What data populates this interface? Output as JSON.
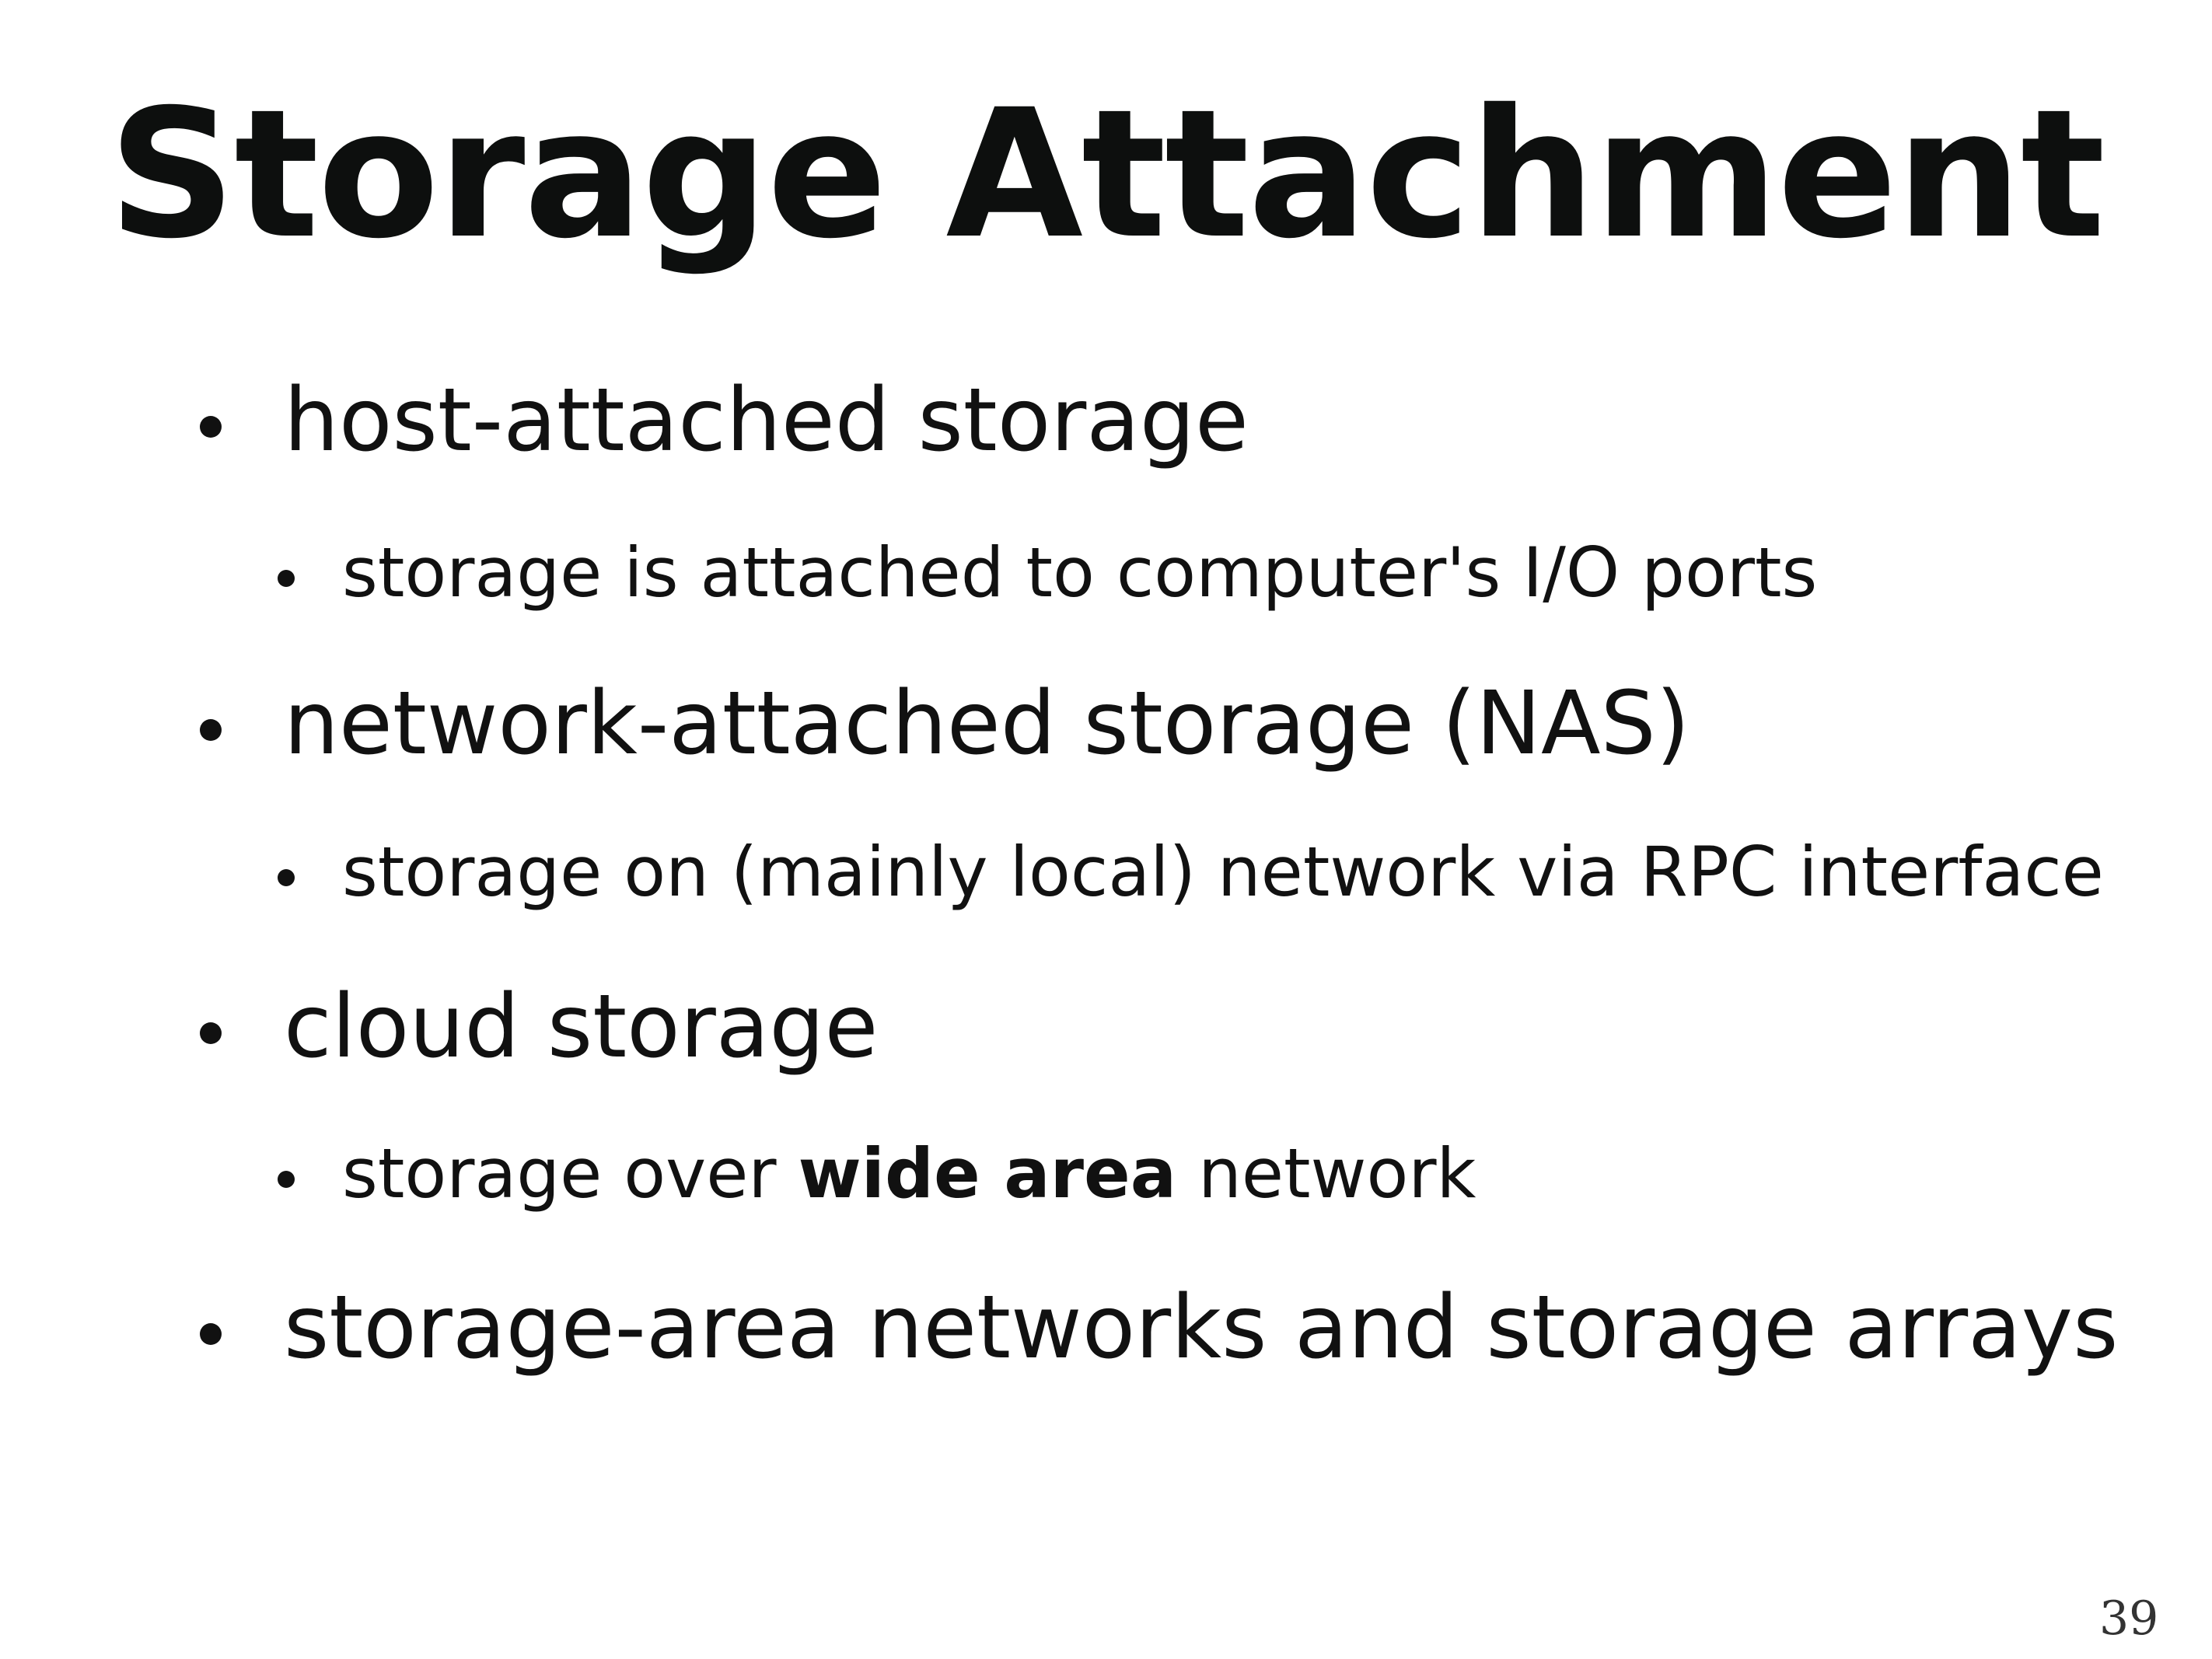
{
  "slide": {
    "title": "Storage Attachment",
    "bullets": [
      {
        "text": "host-attached storage"
      },
      {
        "text": "storage is attached to computer's I/O ports"
      },
      {
        "text": "network-attached storage (NAS)"
      },
      {
        "text": "storage on (mainly local) network via RPC interface"
      },
      {
        "text": "cloud storage"
      },
      {
        "text_before": "storage over ",
        "bold_text": "wide area",
        "text_after": " network"
      },
      {
        "text": "storage-area networks and storage arrays"
      }
    ],
    "page_number": "39"
  }
}
